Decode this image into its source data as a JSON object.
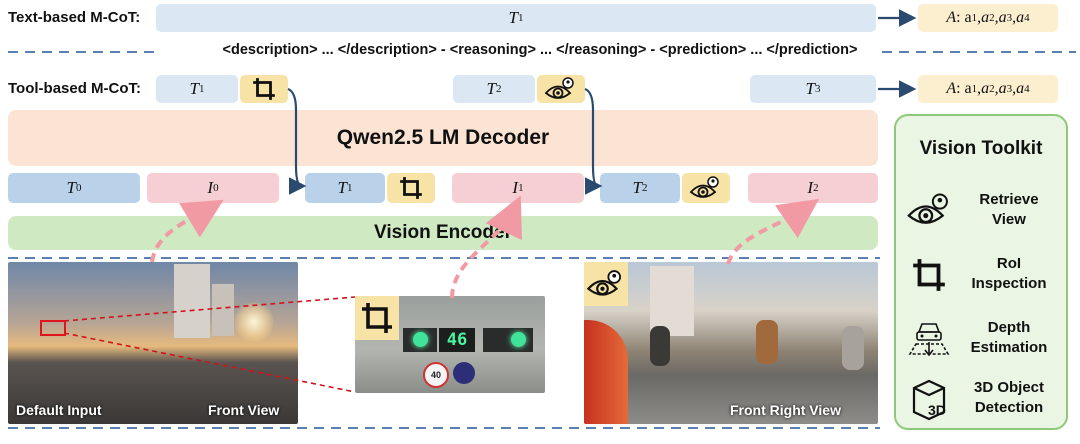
{
  "rows": {
    "text_based_label": "Text-based M-CoT:",
    "tool_based_label": "Tool-based M-CoT:",
    "format_line": "<description> ... </description> - <reasoning> ... </reasoning> - <prediction> ... </prediction>"
  },
  "tokens": {
    "T": "T",
    "I": "I",
    "A": "A",
    "answer_tail": ": a",
    "sub1": "1",
    "sub2": "2",
    "sub3": "3",
    "sub4": "4",
    "sub0": "0",
    "comma": ", "
  },
  "decoder": {
    "label": "Qwen2.5 LM Decoder"
  },
  "encoder": {
    "label": "Vision Encoder"
  },
  "images": {
    "default_input": "Default Input",
    "front_view": "Front View",
    "front_right_view": "Front  Right View",
    "signal_digits": "46",
    "sign_digits": "40"
  },
  "toolkit": {
    "title": "Vision Toolkit",
    "items": [
      {
        "label": "Retrieve\nView",
        "icon": "eye-retrieve-icon"
      },
      {
        "label": "RoI\nInspection",
        "icon": "crop-icon"
      },
      {
        "label": "Depth\nEstimation",
        "icon": "depth-car-icon"
      },
      {
        "label": "3D Object\nDetection",
        "icon": "cube-3d-icon"
      }
    ]
  },
  "colors": {
    "text_token": "#dbe8f3",
    "image_token": "#f5cfd4",
    "tool_token": "#f8e3a6",
    "decoder_bg": "#fbe4d4",
    "encoder_bg": "#cfe9c3",
    "toolkit_border": "#8cc97a",
    "arrow": "#2b4a6f",
    "dash_pink": "#f19aa4",
    "dash_blue": "#5b7fb0"
  }
}
